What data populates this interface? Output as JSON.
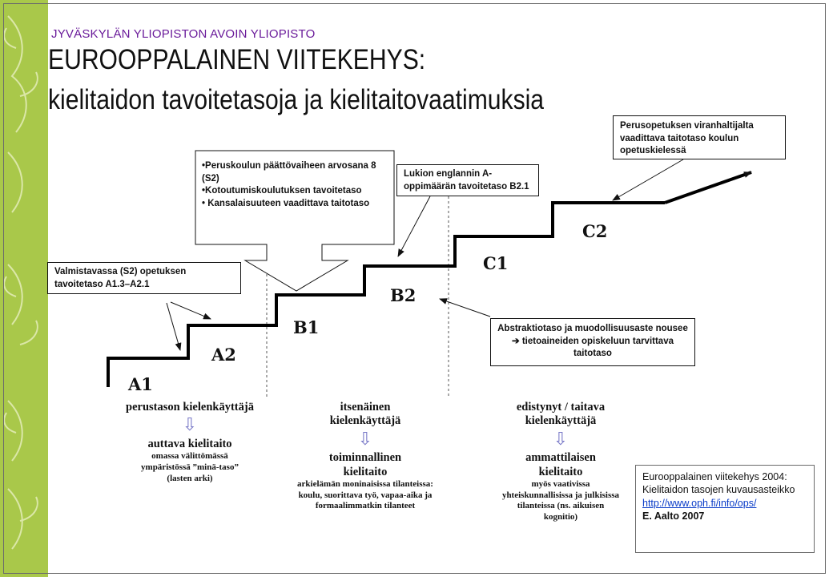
{
  "header": {
    "university": "JYVÄSKYLÄN YLIOPISTON AVOIN YLIOPISTO",
    "title_line1": "EUROOPPALAINEN VIITEKEHYS:",
    "title_line2": "kielitaidon tavoitetasoja ja kielitaitovaatimuksia"
  },
  "levels": {
    "a1": "A1",
    "a2": "A2",
    "b1": "B1",
    "b2": "B2",
    "c1": "C1",
    "c2": "C2"
  },
  "callouts": {
    "perusopetus": "Perusopetuksen viranhaltijalta vaadittava taitotaso koulun opetuskielessä",
    "b1_items": [
      "Peruskoulun päättövaiheen arvosana 8 (S2)",
      "Kotoutumiskoulutuksen tavoitetaso",
      "Kansalaisuuteen vaadittava taitotaso"
    ],
    "lukio": "Lukion englannin A-oppimäärän tavoitetaso B2.1",
    "valmistava": "Valmistavassa (S2) opetuksen tavoitetaso A1.3–A2.1",
    "abstrakti_before": "Abstraktiotaso ja muodollisuusaste nousee",
    "abstrakti_arrow": "➔",
    "abstrakti_after": "tietoaineiden opiskeluun tarvittava taitotaso"
  },
  "columns": [
    {
      "title": "perustason kielenkäyttäjä",
      "arrow": "⇩",
      "subtitle": "auttava kielitaito",
      "desc": "omassa välittömässä ympäristössä ”minä-taso” (lasten arki)"
    },
    {
      "title": "itsenäinen kielenkäyttäjä",
      "arrow": "⇩",
      "subtitle": "toiminnallinen kielitaito",
      "desc": "arkielämän moninaisissa tilanteissa: koulu, suorittava työ, vapaa-aika ja formaalimmatkin tilanteet"
    },
    {
      "title": "edistynyt / taitava kielenkäyttäjä",
      "arrow": "⇩",
      "subtitle": "ammattilaisen kielitaito",
      "desc": "myös vaativissa yhteiskunnallisissa ja julkisissa tilanteissa (ns. aikuisen kognitio)"
    }
  ],
  "reference": {
    "line1": "Eurooppalainen viitekehys 2004:",
    "line2": "Kielitaidon tasojen kuvausasteikko",
    "url": "http://www.oph.fi/info/ops/",
    "author": "E. Aalto 2007"
  },
  "colors": {
    "sidebar": "#a9c84a",
    "university_text": "#6a1b9a",
    "link": "#0a3cc8",
    "arrow_glyph": "#7a7ac8"
  }
}
